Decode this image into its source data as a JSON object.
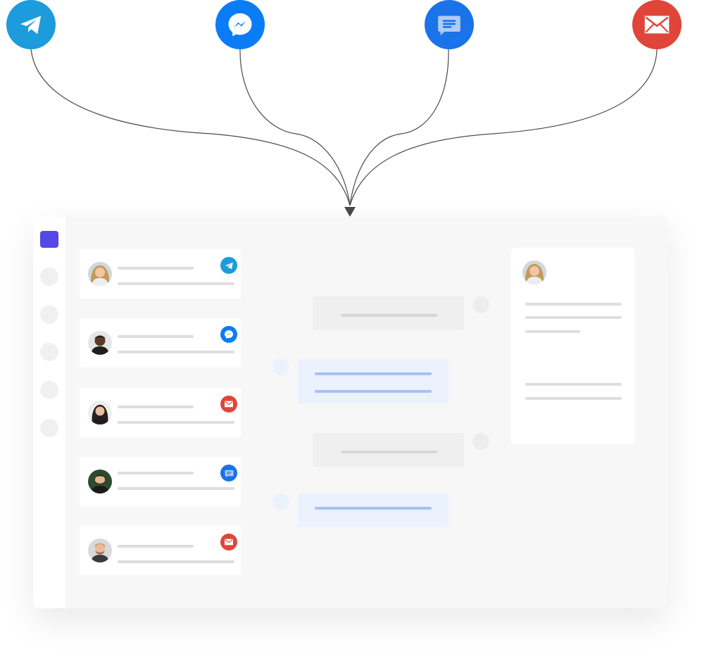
{
  "colors": {
    "telegram": "#1c9cdc",
    "messenger": "#0a7cf6",
    "sms": "#1a73e8",
    "email": "#e0453a",
    "accent": "#5746e8",
    "connector": "#4a4a4a"
  },
  "channels": [
    {
      "id": "telegram",
      "icon": "telegram-icon"
    },
    {
      "id": "messenger",
      "icon": "messenger-icon"
    },
    {
      "id": "sms",
      "icon": "message-icon"
    },
    {
      "id": "email",
      "icon": "envelope-icon"
    }
  ],
  "conversations": [
    {
      "channel": "telegram",
      "avatar": "avatar-blonde-woman"
    },
    {
      "channel": "messenger",
      "avatar": "avatar-man-dark"
    },
    {
      "channel": "email",
      "avatar": "avatar-woman-dark-hair"
    },
    {
      "channel": "sms",
      "avatar": "avatar-man-beard"
    },
    {
      "channel": "email",
      "avatar": "avatar-man-blond"
    }
  ],
  "messages": [
    {
      "direction": "incoming",
      "lines": 1
    },
    {
      "direction": "outgoing",
      "lines": 2
    },
    {
      "direction": "incoming",
      "lines": 1
    },
    {
      "direction": "outgoing",
      "lines": 1
    }
  ]
}
